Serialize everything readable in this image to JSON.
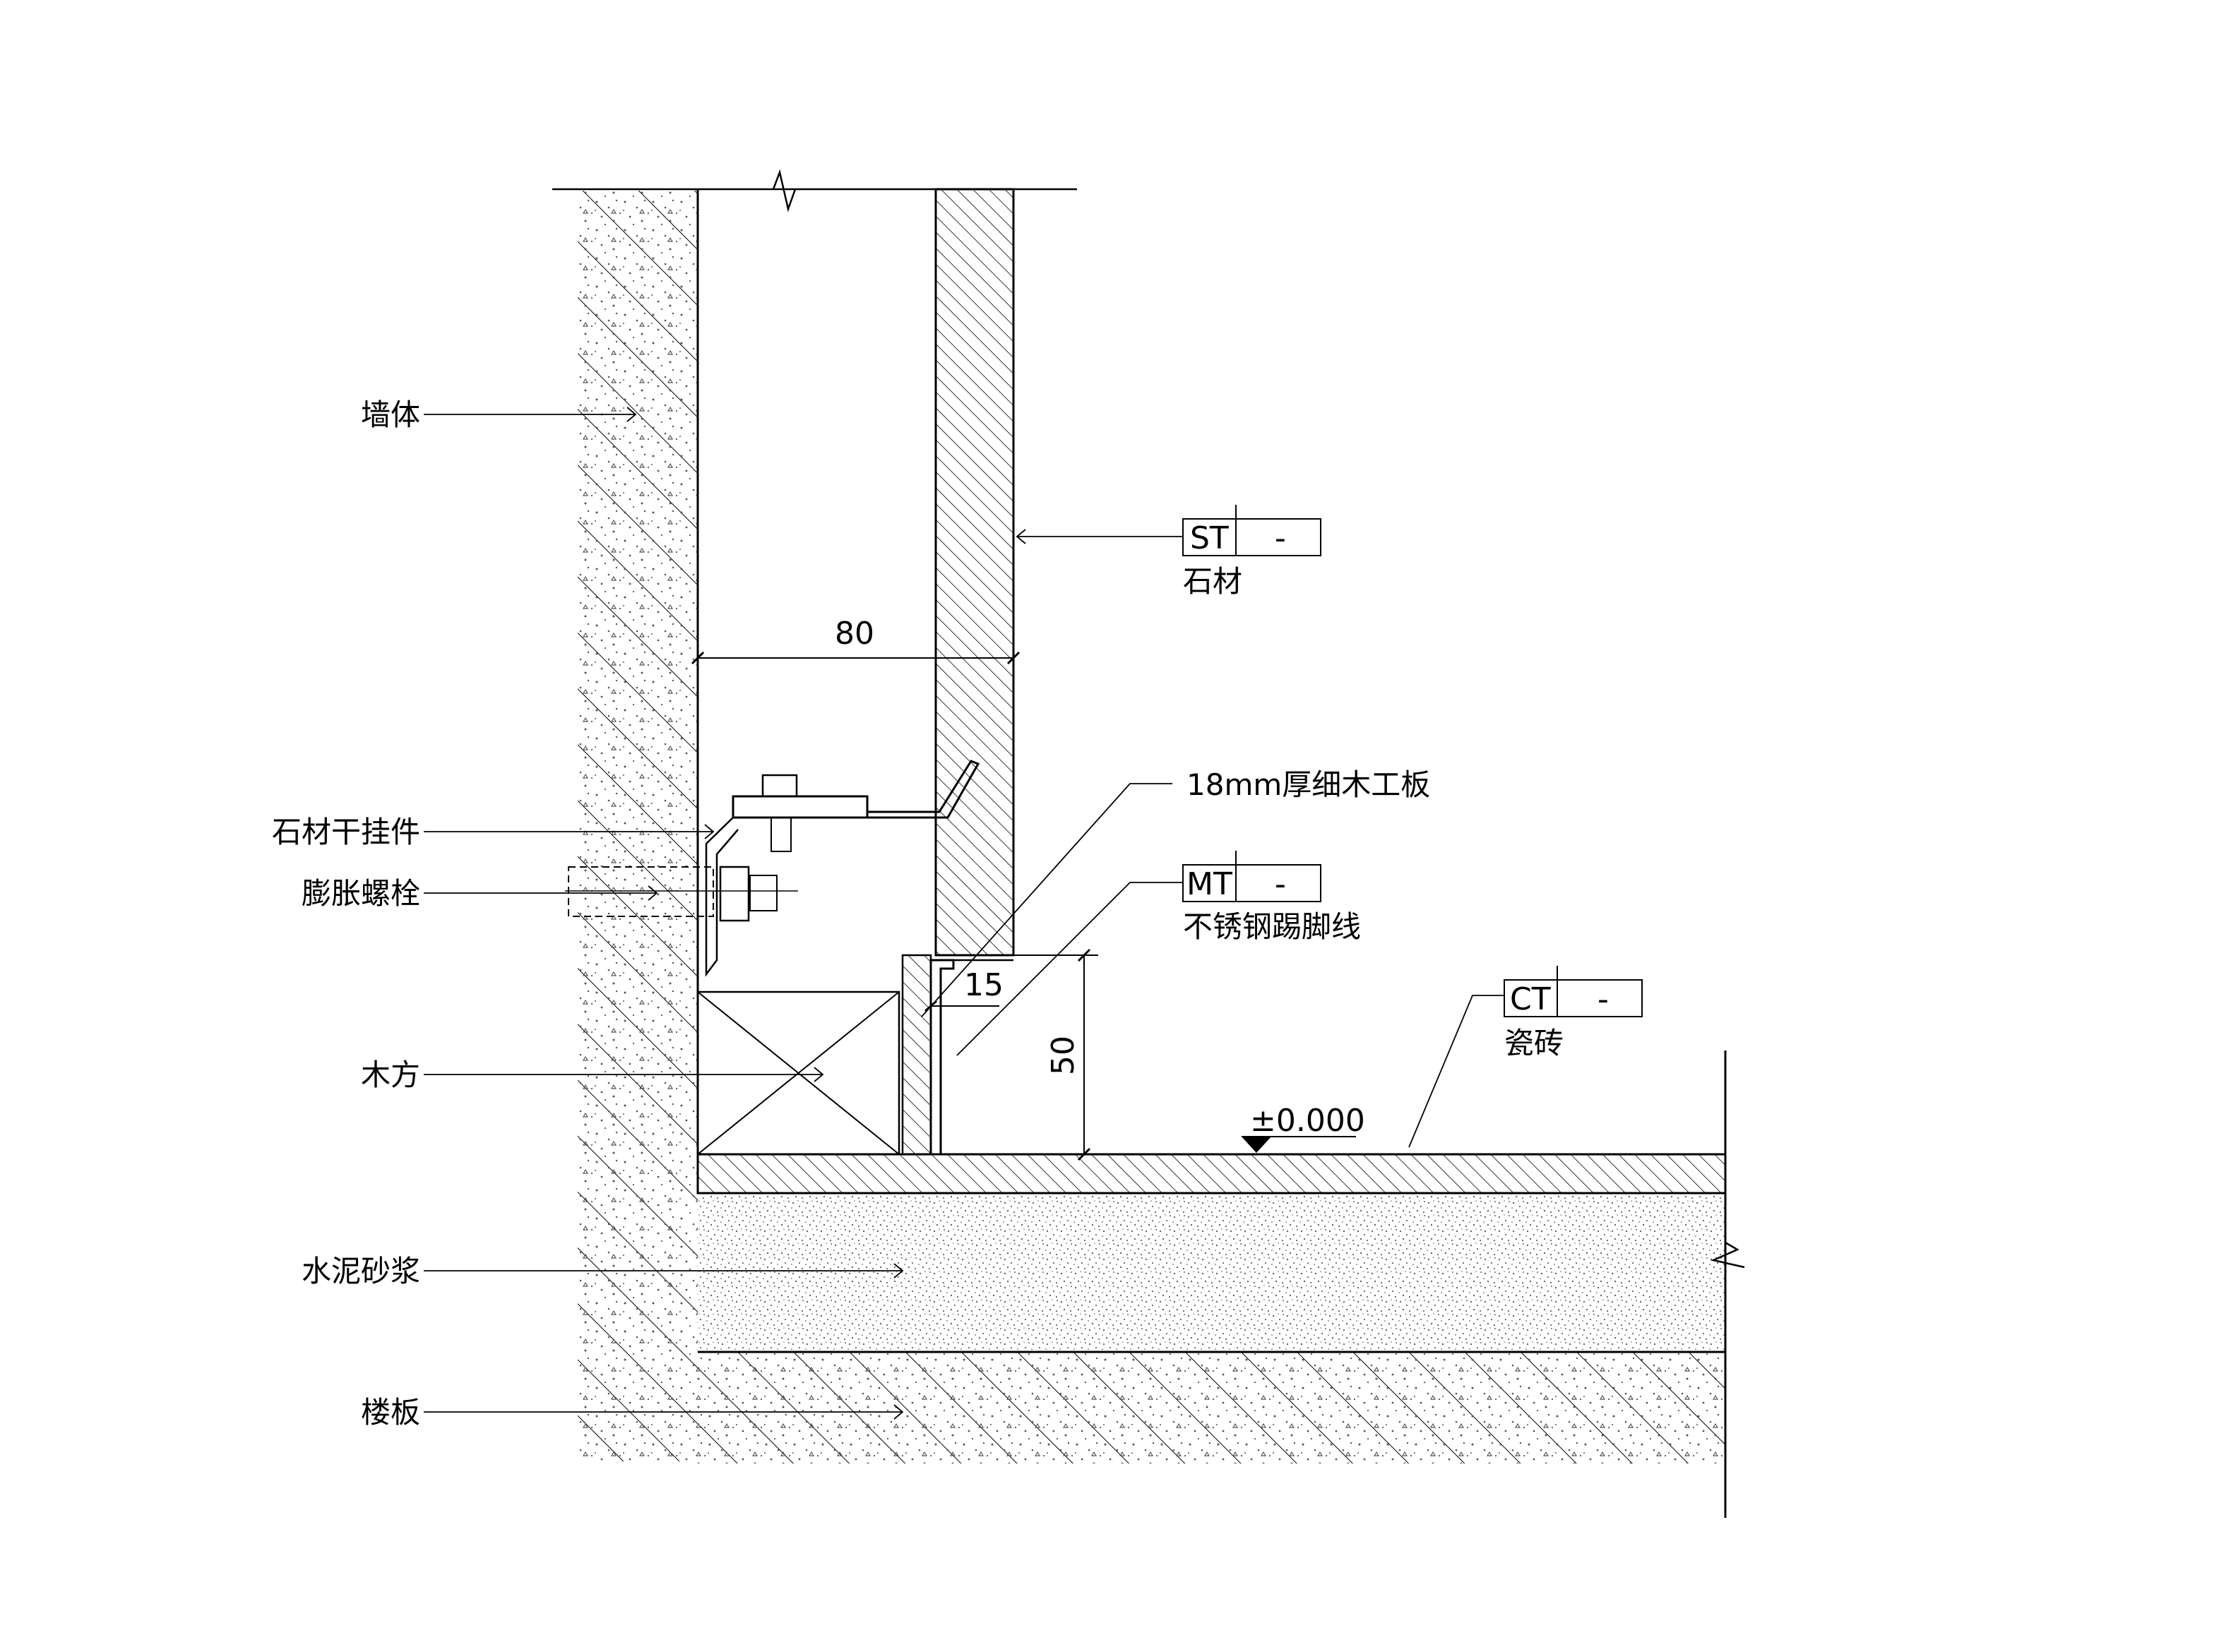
{
  "labels": {
    "wall": "墙体",
    "bracket": "石材干挂件",
    "anchor_bolt": "膨胀螺栓",
    "timber": "木方",
    "mortar": "水泥砂浆",
    "slab": "楼板",
    "plywood": "18mm厚细木工板"
  },
  "tags": {
    "stone": {
      "code": "ST",
      "suffix": "-",
      "name": "石材"
    },
    "metal": {
      "code": "MT",
      "suffix": "-",
      "name": "不锈钢踢脚线"
    },
    "tile": {
      "code": "CT",
      "suffix": "-",
      "name": "瓷砖"
    }
  },
  "dimensions": {
    "cavity_width": "80",
    "skirting_offset": "15",
    "skirting_height": "50"
  },
  "level_mark": "±0.000"
}
